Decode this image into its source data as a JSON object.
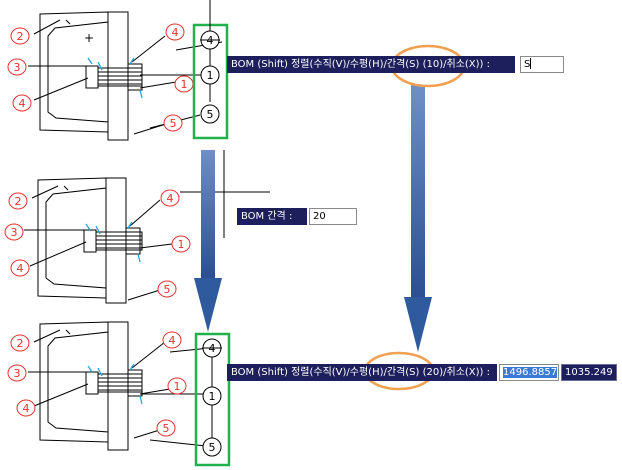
{
  "prompts": {
    "bom_align_top": {
      "label": "BOM (Shift) 정렬(수직(V)/수평(H)/간격(S) (10)/취소(X)) :",
      "value": "S"
    },
    "bom_gap": {
      "label": "BOM 간격 :",
      "value": "20"
    },
    "bom_align_bottom": {
      "label": "BOM (Shift) 정렬(수직(V)/수평(H)/간격(S) (20)/취소(X)) :",
      "x_value": "1496.8857",
      "y_value": "1035.249"
    }
  },
  "balloons": {
    "panel_top": [
      "2",
      "3",
      "4",
      "4",
      "1",
      "5"
    ],
    "panel_middle": [
      "2",
      "3",
      "4",
      "4",
      "1",
      "5"
    ],
    "panel_bottom": [
      "2",
      "3",
      "4",
      "4",
      "1",
      "5"
    ],
    "stack_top": [
      "4",
      "1",
      "5"
    ],
    "stack_bottom": [
      "4",
      "1",
      "5"
    ]
  },
  "colors": {
    "balloon_red": "#e8312c",
    "highlight_green": "#22b14c",
    "highlight_orange": "#f0a050",
    "arrow_blue": "#2f5a9e",
    "command_bar": "#1d1f5c",
    "cyan_marker": "#1ea7e1",
    "selection_blue": "#3a7bd5"
  }
}
